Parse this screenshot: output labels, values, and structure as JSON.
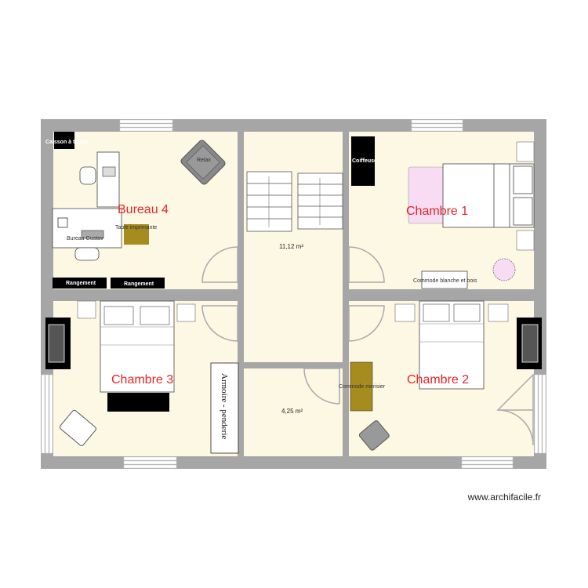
{
  "plan": {
    "rooms": {
      "bureau4": "Bureau 4",
      "chambre1": "Chambre 1",
      "chambre2": "Chambre 2",
      "chambre3": "Chambre 3"
    },
    "areas": {
      "hall": "11,12 m²",
      "small_room": "4,25 m²"
    },
    "furniture": {
      "caisson": "Caisson à tiroirs",
      "relax": "Relax",
      "table_imprimante": "Table imprimante",
      "bureau": "Bureau Gustav",
      "rangement1": "Rangement",
      "rangement2": "Rangement",
      "coiffeuse": "Coiffeuse",
      "commode_blanche": "Commode blanche et bois",
      "armoire": "Armoire - penderie",
      "commode_merisier": "Commode merisier"
    },
    "colors": {
      "wall": "#a6a6a6",
      "floor": "#fdf8e3",
      "label": "#e3262b",
      "olive": "#a68b1f",
      "pink": "#f7dcf3"
    }
  },
  "watermark": "www.archifacile.fr"
}
